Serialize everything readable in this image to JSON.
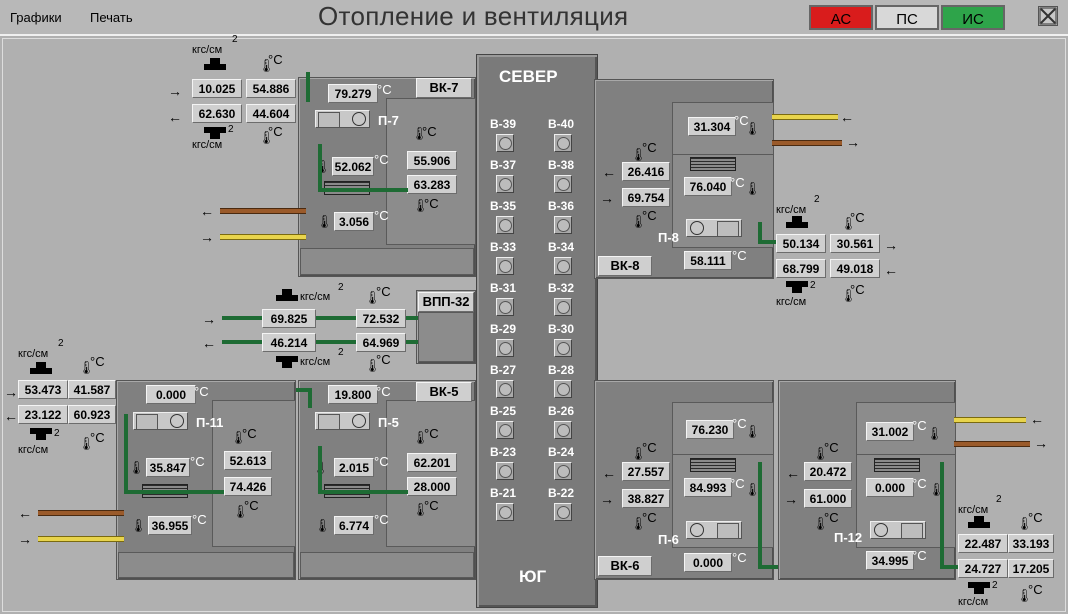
{
  "menu": {
    "graphs": "Графики",
    "print": "Печать"
  },
  "title": "Отопление и вентиляция",
  "alarms": {
    "as": "АС",
    "ps": "ПС",
    "is": "ИС"
  },
  "colors": {
    "as": "#d91c1c",
    "ps": "#d8d8d8",
    "is": "#2ea44a",
    "pipe_green": "#1e6b34",
    "pipe_yellow": "#e8d44c",
    "pipe_brown": "#9a5a2a"
  },
  "units": {
    "pressure": "кгс/см",
    "pressure_sup": "2",
    "temp": "°C"
  },
  "center": {
    "north": "СЕВЕР",
    "south": "ЮГ",
    "valves": [
      [
        "В-39",
        "В-40"
      ],
      [
        "В-37",
        "В-38"
      ],
      [
        "В-35",
        "В-36"
      ],
      [
        "В-33",
        "В-34"
      ],
      [
        "В-31",
        "В-32"
      ],
      [
        "В-29",
        "В-30"
      ],
      [
        "В-27",
        "В-28"
      ],
      [
        "В-25",
        "В-26"
      ],
      [
        "В-23",
        "В-24"
      ],
      [
        "В-21",
        "В-22"
      ]
    ]
  },
  "vk7": {
    "label": "ВК-7",
    "p_sup": "10.025",
    "t_sup": "54.886",
    "p_ret": "62.630",
    "t_ret": "44.604",
    "t_top": "79.279",
    "unit_name": "П-7",
    "t_mid": "52.062",
    "t_out1": "55.906",
    "t_out2": "63.283",
    "t_low": "3.056"
  },
  "vk8": {
    "label": "ВК-8",
    "t_top": "31.304",
    "t_in1": "26.416",
    "t_in2": "69.754",
    "t_mid": "76.040",
    "unit_name": "П-8",
    "t_low": "58.111",
    "p_sup": "50.134",
    "t_sup": "30.561",
    "p_ret": "68.799",
    "t_ret": "49.018"
  },
  "vpp32": {
    "label": "ВПП-32",
    "p_sup": "69.825",
    "t_sup": "72.532",
    "p_ret": "46.214",
    "t_ret": "64.969"
  },
  "vk5": {
    "label": "ВК-5",
    "t_top": "19.800",
    "unit_name": "П-5",
    "t_mid": "2.015",
    "t_out1": "62.201",
    "t_out2": "28.000",
    "t_low": "6.774"
  },
  "p11": {
    "p_sup": "53.473",
    "t_sup": "41.587",
    "p_ret": "23.122",
    "t_ret": "60.923",
    "t_top": "0.000",
    "unit_name": "П-11",
    "t_mid": "35.847",
    "t_out1": "52.613",
    "t_out2": "74.426",
    "t_low": "36.955"
  },
  "vk6": {
    "label": "ВК-6",
    "t_top": "76.230",
    "t_in1": "27.557",
    "t_in2": "38.827",
    "t_mid": "84.993",
    "unit_name": "П-6",
    "t_low": "0.000"
  },
  "p12": {
    "t_top": "31.002",
    "t_in1": "20.472",
    "t_in2": "61.000",
    "t_mid": "0.000",
    "unit_name": "П-12",
    "t_low": "34.995",
    "p_sup": "22.487",
    "t_sup": "33.193",
    "p_ret": "24.727",
    "t_ret": "17.205"
  }
}
